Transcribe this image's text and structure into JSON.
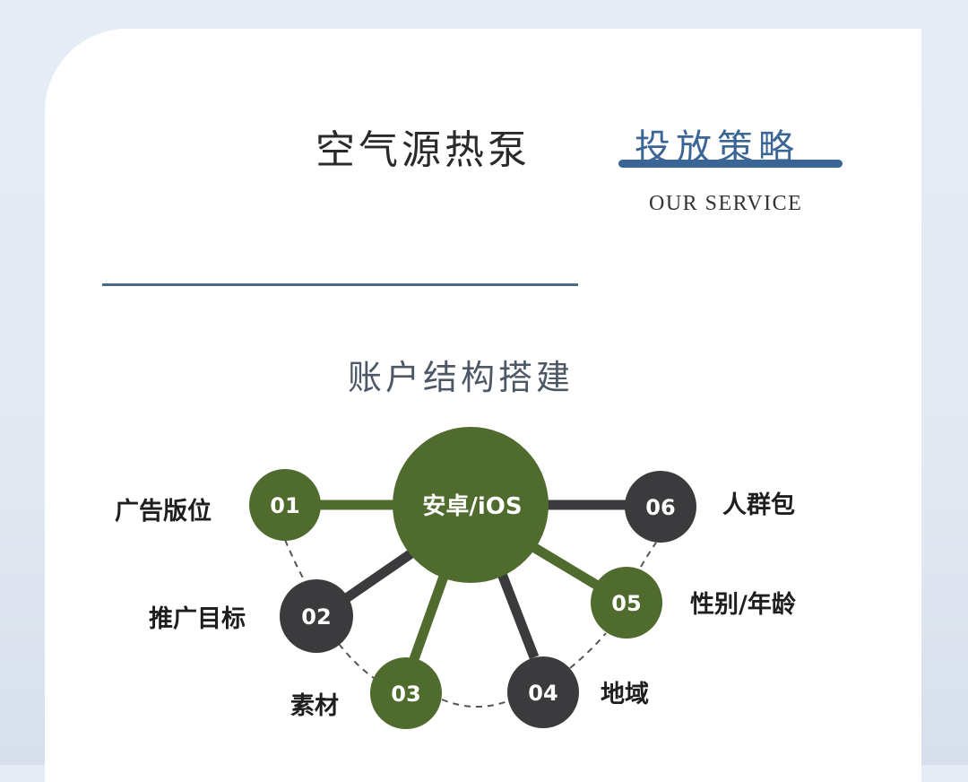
{
  "header": {
    "title_main": "空气源热泵",
    "title_accent": "投放策略",
    "subtitle_en": "OUR SERVICE"
  },
  "section": {
    "title": "账户结构搭建"
  },
  "colors": {
    "green": "#4f6b2e",
    "dark": "#3b3b3d",
    "accent_blue": "#3a6594",
    "divider": "#4a6a86"
  },
  "diagram": {
    "center": {
      "label": "安卓/iOS",
      "color": "green"
    },
    "nodes": [
      {
        "id": "01",
        "label": "广告版位",
        "color": "green"
      },
      {
        "id": "02",
        "label": "推广目标",
        "color": "dark"
      },
      {
        "id": "03",
        "label": "素材",
        "color": "green"
      },
      {
        "id": "04",
        "label": "地域",
        "color": "dark"
      },
      {
        "id": "05",
        "label": "性别/年龄",
        "color": "green"
      },
      {
        "id": "06",
        "label": "人群包",
        "color": "dark"
      }
    ]
  }
}
